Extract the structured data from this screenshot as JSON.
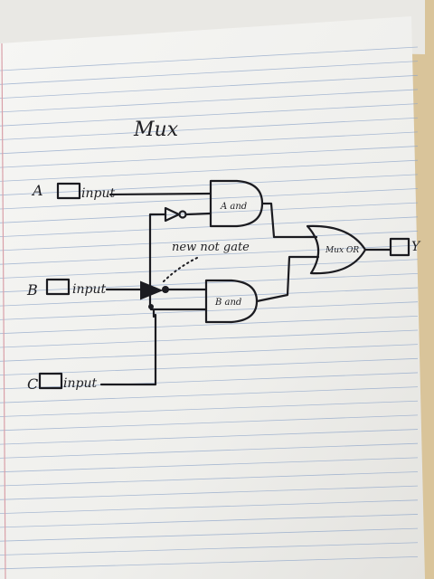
{
  "title": "Mux",
  "inputs": [
    {
      "letter": "A",
      "label": "input"
    },
    {
      "letter": "B",
      "label": "input"
    },
    {
      "letter": "C",
      "label": "input"
    }
  ],
  "gates": {
    "a_and": "A and",
    "b_and": "B and",
    "mux_or": "Mux OR"
  },
  "annotation": "new not gate",
  "output": {
    "letter": "Y"
  },
  "colors": {
    "paper": "#f3f3f1",
    "rule_line": "#8fa6c9",
    "margin_line": "#d9a0a8",
    "ink": "#1b1b20",
    "folder": "#d9c49a"
  }
}
